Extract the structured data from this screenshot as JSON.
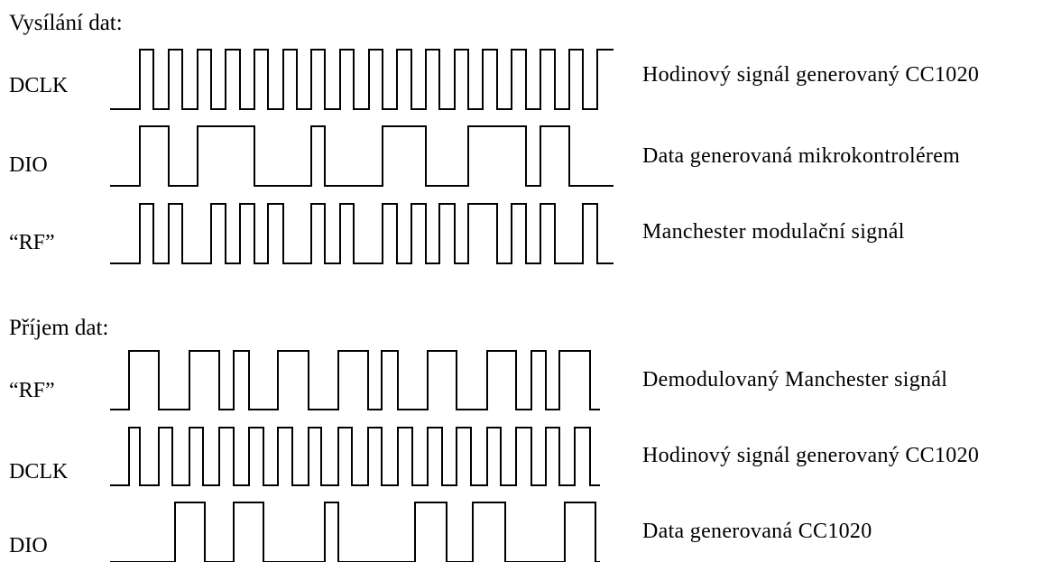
{
  "transmit": {
    "title": "Vysílání dat:",
    "rows": [
      {
        "label": "DCLK",
        "description": "Hodinový signál generovaný CC1020",
        "edges": [
          155,
          170,
          187,
          202,
          219,
          234,
          250,
          266,
          282,
          297,
          314,
          329,
          345,
          360,
          377,
          392,
          409,
          424,
          440,
          456,
          472,
          487,
          504,
          519,
          535,
          551,
          567,
          583,
          599,
          615,
          631,
          646,
          662
        ],
        "start_high": false
      },
      {
        "label": "DIO",
        "description": "Data generovaná mikrokontrolérem",
        "edges": [
          155,
          187,
          219,
          282,
          345,
          360,
          424,
          472,
          519,
          583,
          599,
          631
        ],
        "start_high": false
      },
      {
        "label": "“RF”",
        "description": "Manchester modulační signál",
        "edges": [
          155,
          170,
          187,
          202,
          234,
          250,
          266,
          282,
          297,
          314,
          345,
          360,
          377,
          392,
          424,
          440,
          456,
          472,
          487,
          504,
          519,
          551,
          567,
          583,
          599,
          615,
          646,
          662
        ],
        "start_high": false
      }
    ]
  },
  "receive": {
    "title": "Příjem dat:",
    "rows": [
      {
        "label": "“RF”",
        "description": "Demodulovaný Manchester signál",
        "edges": [
          143,
          176,
          210,
          243,
          259,
          276,
          308,
          342,
          375,
          408,
          423,
          441,
          474,
          506,
          540,
          572,
          589,
          605,
          620,
          654
        ],
        "start_high": false
      },
      {
        "label": "DCLK",
        "description": "Hodinový signál generovaný CC1020",
        "edges": [
          143,
          155,
          176,
          191,
          210,
          225,
          243,
          259,
          276,
          292,
          308,
          324,
          342,
          356,
          375,
          390,
          408,
          423,
          441,
          457,
          474,
          490,
          506,
          522,
          540,
          555,
          572,
          589,
          605,
          620,
          637,
          654
        ],
        "start_high": false
      },
      {
        "label": "DIO",
        "description": "Data generovaná CC1020",
        "edges": [
          194,
          227,
          259,
          292,
          360,
          375,
          460,
          495,
          524,
          560,
          626,
          660
        ],
        "start_high": false
      }
    ]
  }
}
